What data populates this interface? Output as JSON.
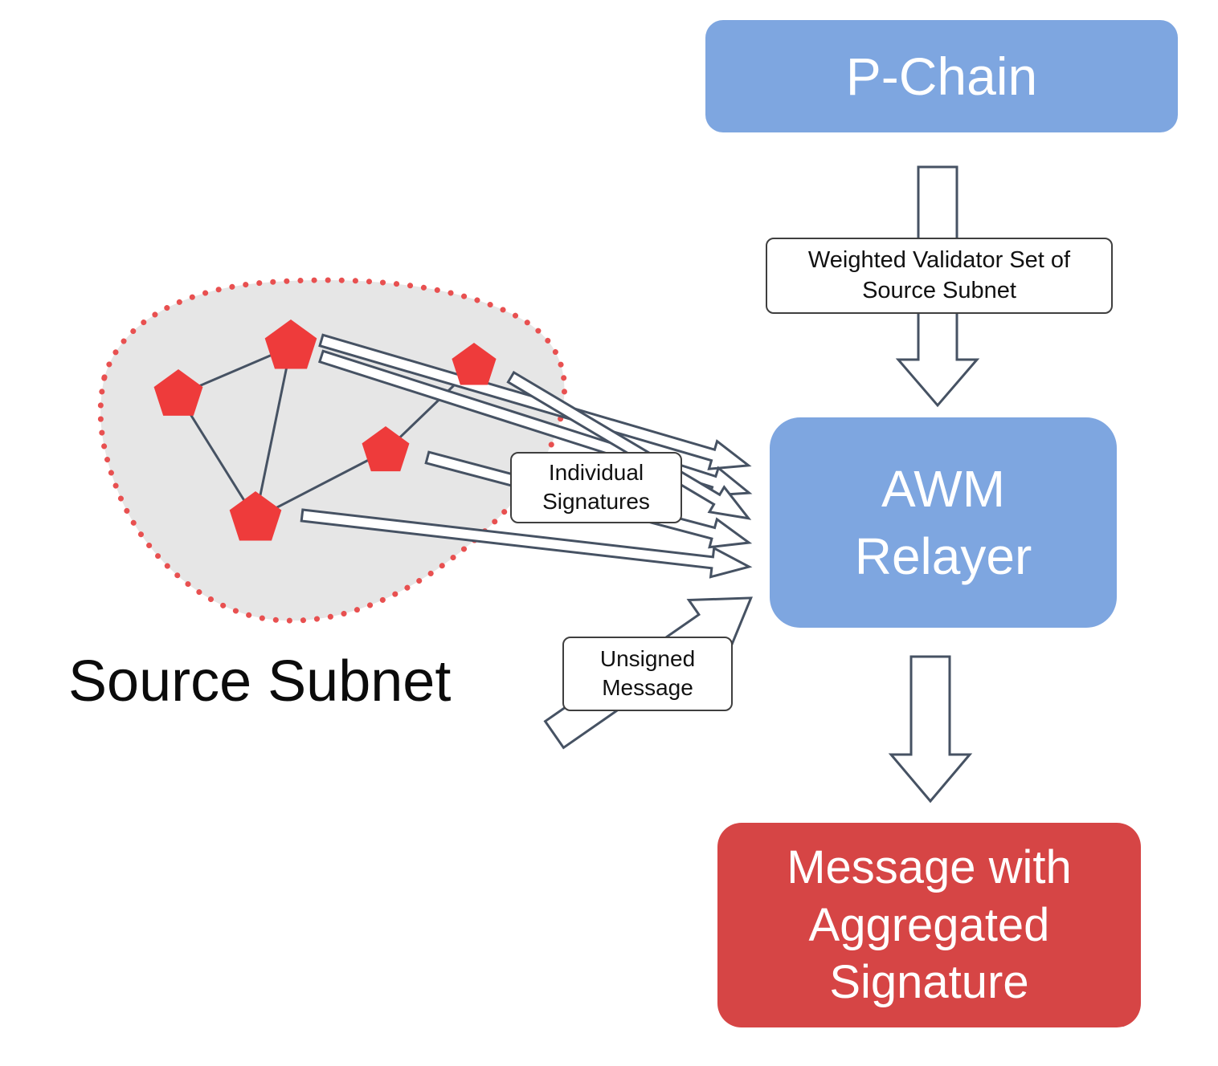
{
  "colors": {
    "node_blue": "#7EA6E0",
    "node_red": "#D64545",
    "pentagon_red": "#EE3B3B",
    "dotted_red": "#E85050",
    "outline_gray": "#465263",
    "blob_gray": "#E6E6E6"
  },
  "nodes": {
    "p_chain": {
      "label": "P-Chain"
    },
    "awm_relayer": {
      "label": "AWM\nRelayer"
    },
    "message_aggregated": {
      "label": "Message with Aggregated Signature"
    }
  },
  "labels": {
    "weighted_validator": "Weighted Validator Set of Source Subnet",
    "individual_signatures": "Individual\nSignatures",
    "unsigned_message": "Unsigned\nMessage",
    "source_subnet": "Source Subnet"
  },
  "validators": {
    "count": 5
  }
}
